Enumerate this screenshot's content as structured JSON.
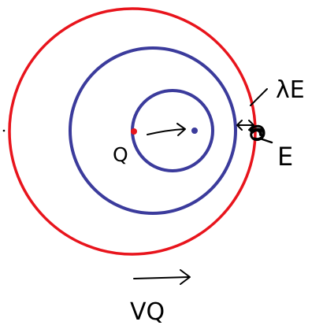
{
  "colors": {
    "background": "#ffffff",
    "outer_circle": "#e8141c",
    "inner_circles": "#3b3b9c",
    "ink": "#000000",
    "charge_point": "#e8141c",
    "center_point": "#3b3b9c"
  },
  "labels": {
    "charge": "Q",
    "point": "E",
    "wavelength": "λE",
    "velocity": "VQ"
  },
  "symbols": {
    "charge": "red-dot",
    "center": "blue-dot",
    "velocity": "vector-arrow"
  }
}
